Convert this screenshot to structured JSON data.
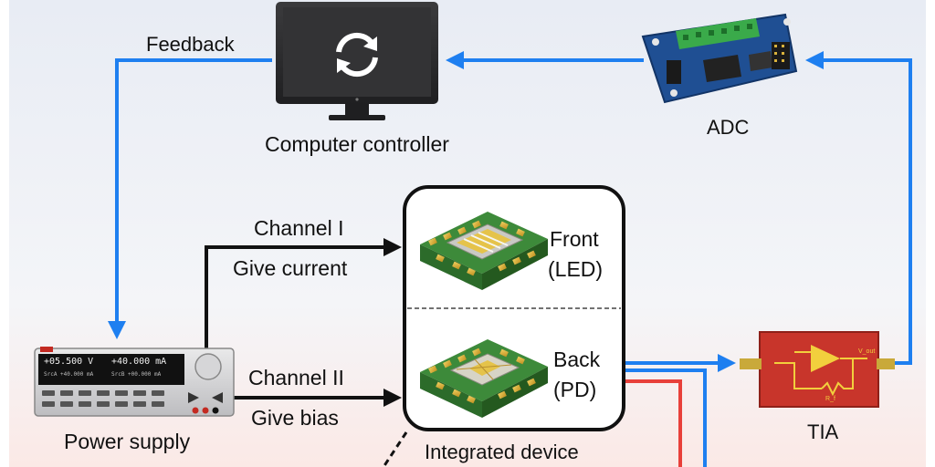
{
  "labels": {
    "feedback": "Feedback",
    "computer": "Computer controller",
    "adc": "ADC",
    "channel1": "Channel I",
    "give_current": "Give current",
    "channel2": "Channel II",
    "give_bias": "Give bias",
    "front": "Front",
    "led": "(LED)",
    "back": "Back",
    "pd": "(PD)",
    "integrated": "Integrated device",
    "tia": "TIA",
    "power_supply": "Power supply"
  },
  "power_supply_display": {
    "voltage": "+05.500 V",
    "current": "+40.000 mA",
    "src_voltage": "SrcA +40.000 mA",
    "src_current": "SrcB +00.000 mA"
  },
  "tia_labels": {
    "vout": "V_out",
    "rf": "R_f"
  },
  "colors": {
    "blue_arrow": "#1e7ff0",
    "red_line": "#e8403a",
    "black_arrow": "#111111",
    "tia_red": "#c8352b",
    "chip_gold": "#d8b23a"
  }
}
